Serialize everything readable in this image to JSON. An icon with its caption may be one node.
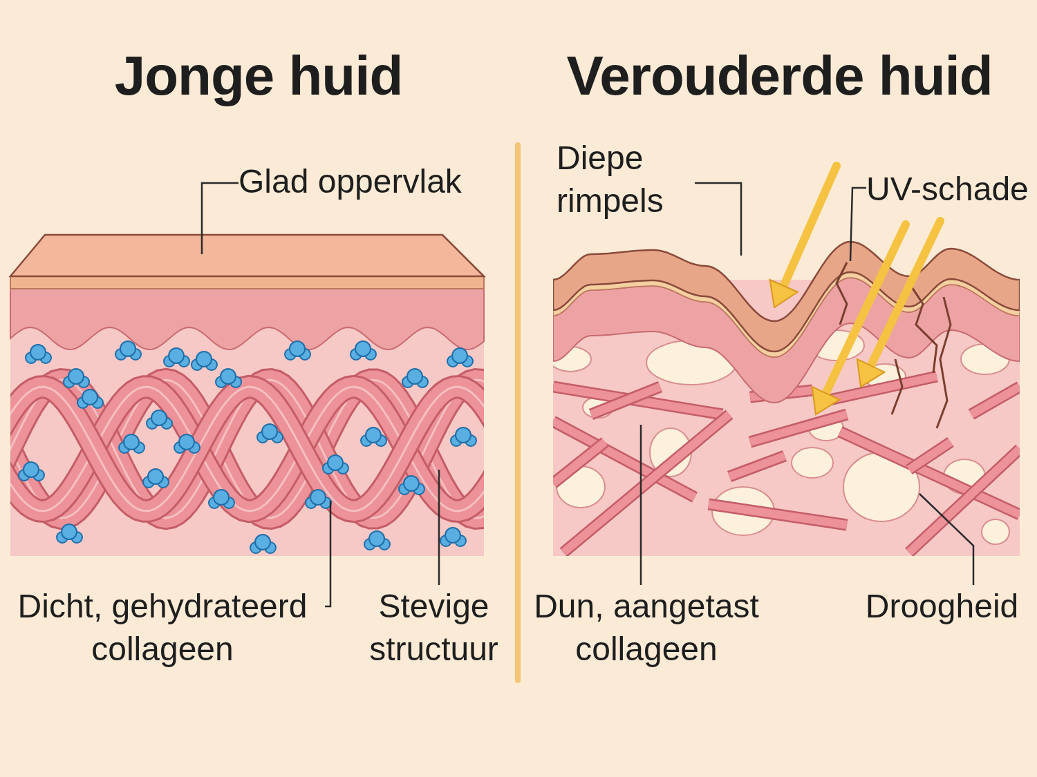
{
  "diagram": {
    "nodes": [
      {
        "text": [
          "Glad oppervlak"
        ]
      },
      {
        "text": [
          "Dicht, gehydrateerd collageen"
        ]
      },
      {
        "text": [
          "Stevige structuur"
        ]
      },
      {
        "text": [
          "Diepe rimpels"
        ]
      },
      {
        "text": [
          "UV-schade"
        ]
      },
      {
        "text": [
          "Dun, aangetast collageen"
        ]
      },
      {
        "text": [
          "Droogheid"
        ]
      }
    ],
    "edges": [
      {
        "from": 0,
        "to": null,
        "arrow": "none"
      },
      {
        "from": 1,
        "to": null,
        "arrow": "none"
      },
      {
        "from": 2,
        "to": null,
        "arrow": "none"
      },
      {
        "from": 3,
        "to": null,
        "arrow": "none"
      },
      {
        "from": 4,
        "to": null,
        "arrow": "none"
      },
      {
        "from": 5,
        "to": null,
        "arrow": "none"
      },
      {
        "from": 6,
        "to": null,
        "arrow": "none"
      }
    ],
    "labels": [
      "Jonge huid",
      "Verouderde huid"
    ]
  }
}
